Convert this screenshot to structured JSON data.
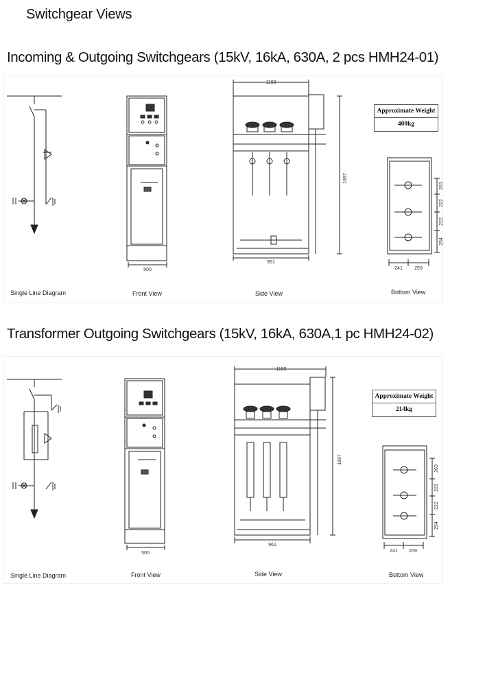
{
  "page_title": "Switchgear Views",
  "sections": [
    {
      "title": "Incoming & Outgoing Switchgears (15kV, 16kA, 630A, 2 pcs HMH24-01)",
      "weight_label": "Approximate Weight",
      "weight_value": "400kg",
      "labels": {
        "single_line": "Single Line Diagram",
        "front": "Front View",
        "side": "Side View",
        "bottom": "Bottom View"
      },
      "dims": {
        "front_width": "500",
        "side_depth": "1193",
        "side_height": "1897",
        "side_base": "961",
        "bottom_right": [
          "263",
          "222",
          "222",
          "254"
        ],
        "bottom_base": [
          "241",
          "259"
        ]
      }
    },
    {
      "title": "Transformer Outgoing Switchgears (15kV, 16kA, 630A,1 pc HMH24-02)",
      "weight_label": "Approximate Weight",
      "weight_value": "214kg",
      "labels": {
        "single_line": "Single Line Diagram",
        "front": "Front View",
        "side": "Side View",
        "bottom": "Bottom View"
      },
      "dims": {
        "front_width": "500",
        "side_depth": "1193",
        "side_height": "1897",
        "side_base": "961",
        "bottom_right": [
          "263",
          "222",
          "222",
          "254"
        ],
        "bottom_base": [
          "241",
          "259"
        ]
      }
    }
  ]
}
